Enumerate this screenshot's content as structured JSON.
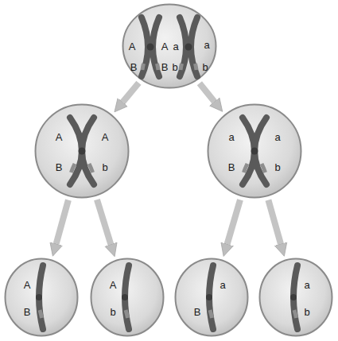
{
  "diagram": {
    "nodes": [
      {
        "text": [
          "A",
          "A",
          "a",
          "a",
          "B",
          "B",
          "b",
          "b"
        ]
      },
      {
        "text": [
          "A",
          "A",
          "B",
          "b"
        ]
      },
      {
        "text": [
          "a",
          "a",
          "B",
          "b"
        ]
      },
      {
        "text": [
          "A",
          "B"
        ]
      },
      {
        "text": [
          "A",
          "b"
        ]
      },
      {
        "text": [
          "a",
          "B"
        ]
      },
      {
        "text": [
          "a",
          "b"
        ]
      }
    ],
    "edges": [
      {
        "from": 0,
        "to": 1,
        "arrow": "to"
      },
      {
        "from": 0,
        "to": 2,
        "arrow": "to"
      },
      {
        "from": 1,
        "to": 3,
        "arrow": "to"
      },
      {
        "from": 1,
        "to": 4,
        "arrow": "to"
      },
      {
        "from": 2,
        "to": 5,
        "arrow": "to"
      },
      {
        "from": 2,
        "to": 6,
        "arrow": "to"
      }
    ]
  }
}
